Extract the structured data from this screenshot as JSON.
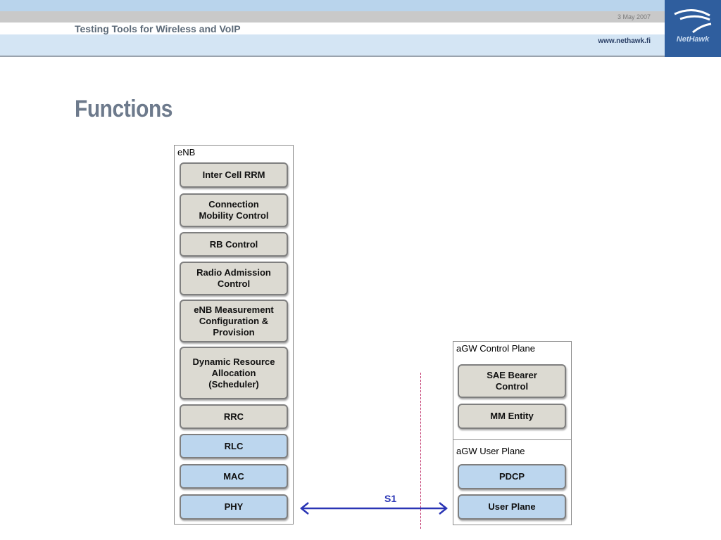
{
  "header": {
    "tagline": "Testing Tools for Wireless and VoIP",
    "date": "3 May 2007",
    "url": "www.nethawk.fi",
    "logo_text": "NetHawk"
  },
  "page": {
    "title": "Functions"
  },
  "enb": {
    "label": "eNB",
    "boxes": [
      "Inter Cell RRM",
      "Connection\nMobility Control",
      "RB Control",
      "Radio Admission\nControl",
      "eNB Measurement\nConfiguration &\nProvision",
      "Dynamic Resource\nAllocation\n(Scheduler)",
      "RRC",
      "RLC",
      "MAC",
      "PHY"
    ]
  },
  "agw_control": {
    "label": "aGW Control Plane",
    "boxes": [
      "SAE Bearer\nControl",
      "MM Entity"
    ]
  },
  "agw_user": {
    "label": "aGW User Plane",
    "boxes": [
      "PDCP",
      "User Plane"
    ]
  },
  "interface": {
    "label": "S1"
  },
  "colors": {
    "grey_box": "#dcdad2",
    "blue_box": "#bcd6ee",
    "arrow": "#2a35b5",
    "divider": "#c0306a"
  }
}
